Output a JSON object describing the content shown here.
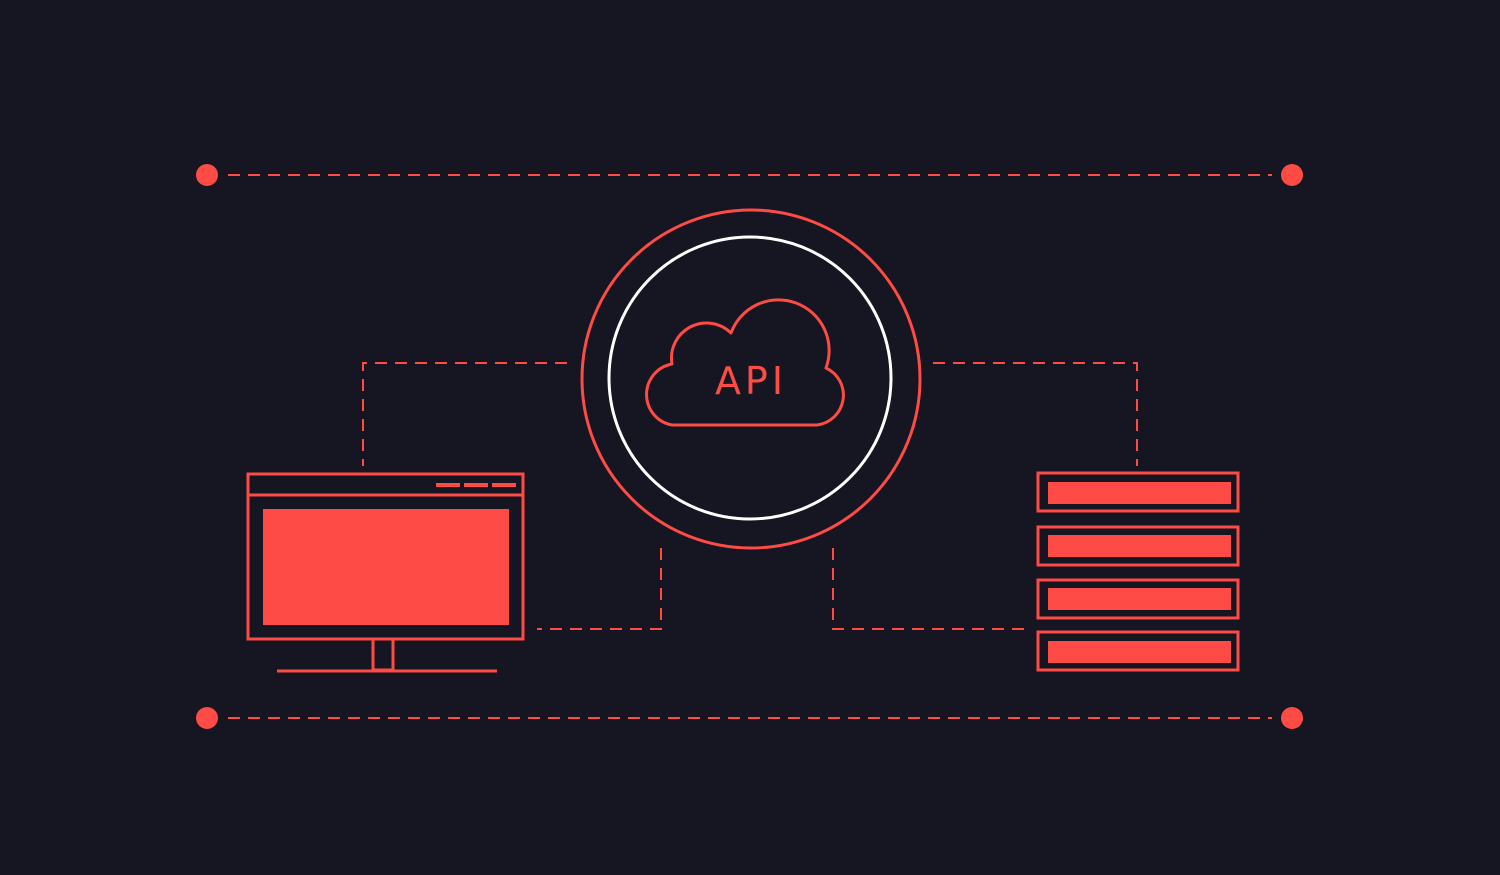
{
  "diagram": {
    "center_label": "API",
    "nodes": [
      {
        "id": "client",
        "icon": "desktop-monitor-icon"
      },
      {
        "id": "api",
        "icon": "cloud-icon"
      },
      {
        "id": "server",
        "icon": "server-rack-icon"
      }
    ],
    "connections": [
      {
        "from": "client",
        "to": "api",
        "style": "dashed"
      },
      {
        "from": "api",
        "to": "server",
        "style": "dashed"
      }
    ]
  },
  "colors": {
    "background": "#151621",
    "accent": "#ff4b45",
    "inner_ring": "#ffffff"
  }
}
